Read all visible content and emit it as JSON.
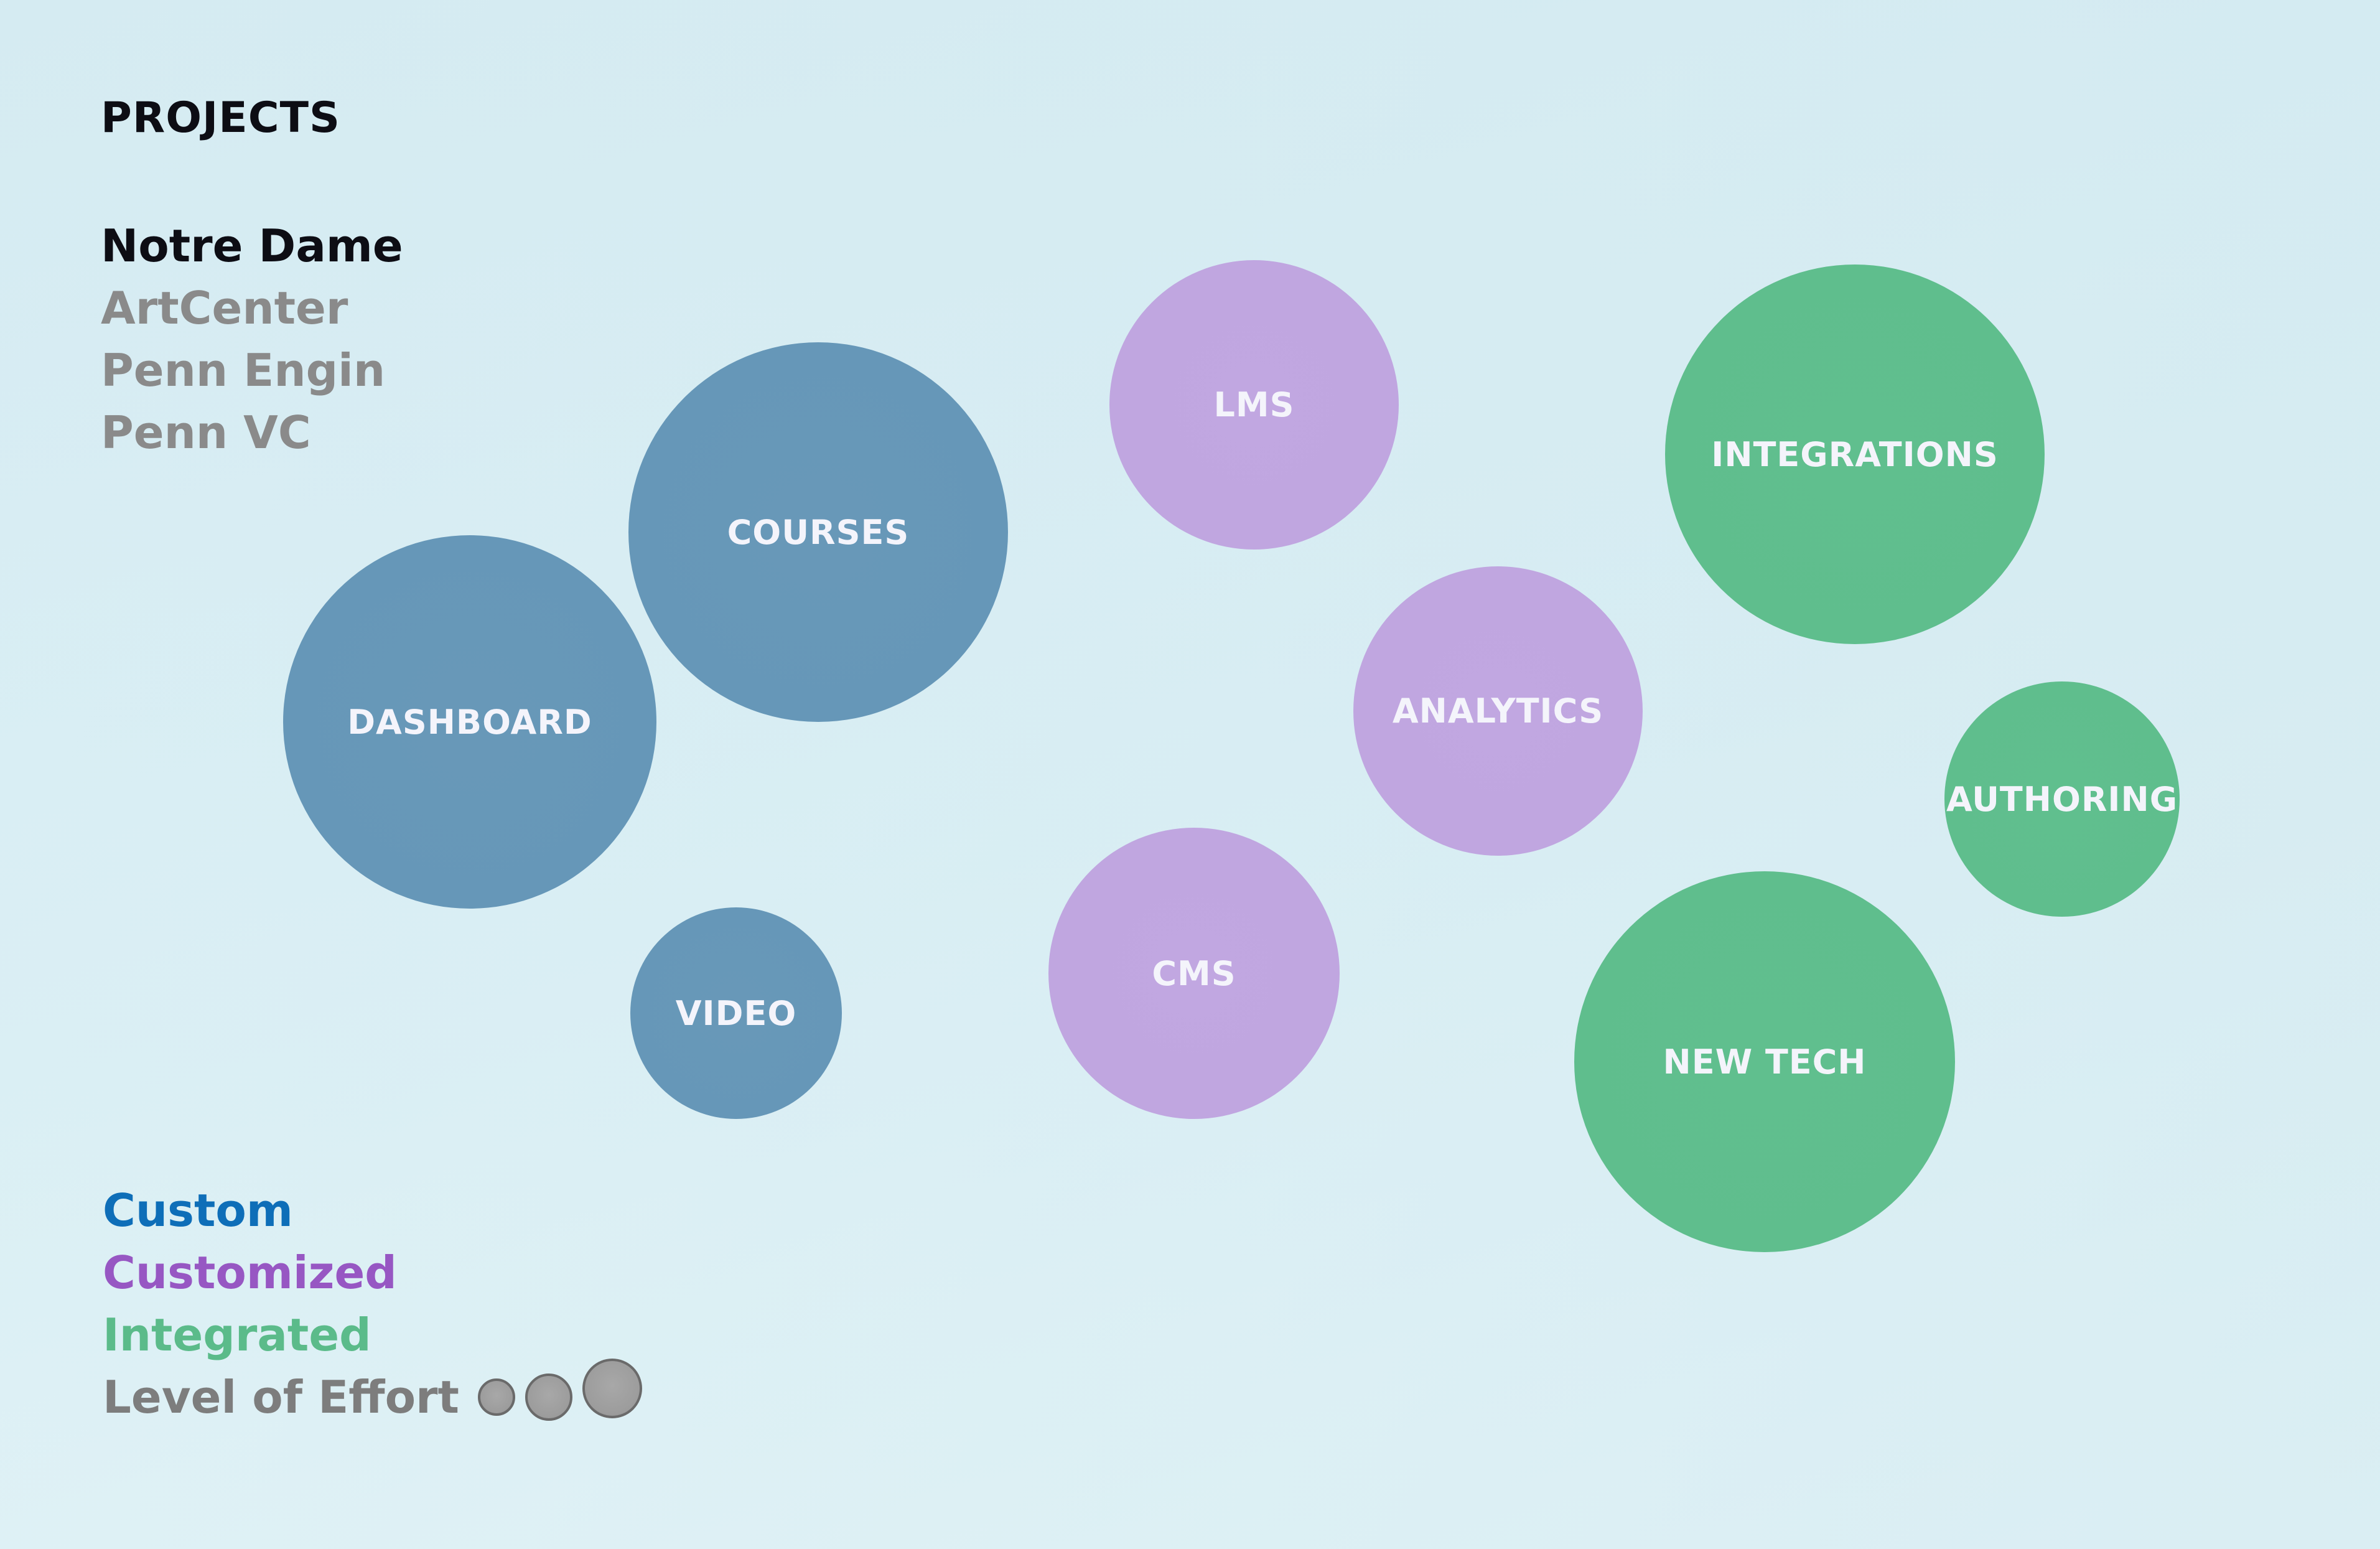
{
  "heading": "PROJECTS",
  "projects": [
    {
      "label": "Notre Dame",
      "active": true
    },
    {
      "label": "ArtCenter",
      "active": false
    },
    {
      "label": "Penn Engin",
      "active": false
    },
    {
      "label": "Penn VC",
      "active": false
    }
  ],
  "colors": {
    "custom": "#0e6eb8",
    "customized": "#9757c3",
    "integrated": "#5bbb8a",
    "effort": "#7d7d7d"
  },
  "bubbles": [
    {
      "label": "COURSES",
      "category": "custom"
    },
    {
      "label": "DASHBOARD",
      "category": "custom"
    },
    {
      "label": "VIDEO",
      "category": "custom"
    },
    {
      "label": "LMS",
      "category": "customized"
    },
    {
      "label": "ANALYTICS",
      "category": "customized"
    },
    {
      "label": "CMS",
      "category": "customized"
    },
    {
      "label": "INTEGRATIONS",
      "category": "integrated"
    },
    {
      "label": "AUTHORING",
      "category": "integrated"
    },
    {
      "label": "NEW TECH",
      "category": "integrated"
    }
  ],
  "legend": {
    "custom": "Custom",
    "customized": "Customized",
    "integrated": "Integrated",
    "effort": "Level of Effort"
  },
  "icons": {
    "effort_small": "small-circle-icon",
    "effort_medium": "medium-circle-icon",
    "effort_large": "large-circle-icon"
  }
}
